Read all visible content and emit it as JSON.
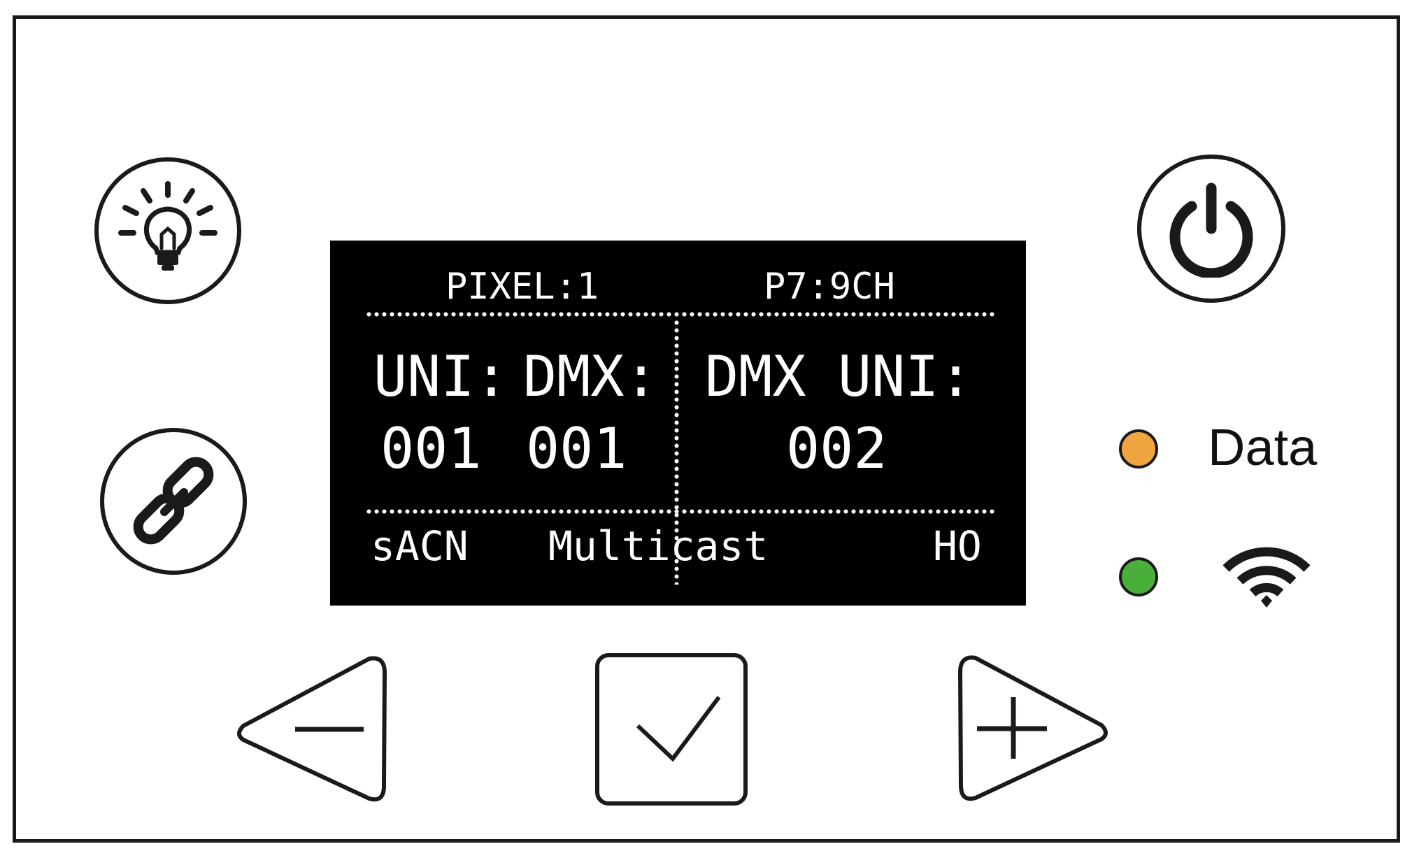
{
  "display": {
    "header_left": "PIXEL:1",
    "header_right": "P7:9CH",
    "uni_label_left": "UNI:",
    "dmx_label_left": "DMX:",
    "dmx_label_right": "DMX",
    "uni_label_right": "UNI:",
    "uni_value_left": "001",
    "dmx_value_left": "001",
    "value_right": "002",
    "footer_protocol": "sACN",
    "footer_mode": "Multicast",
    "footer_right": "HO"
  },
  "indicators": {
    "data_label": "Data",
    "data_led_color": "#f0a640",
    "wifi_led_color": "#4aae3a"
  },
  "buttons": {
    "light_icon": "lightbulb-icon",
    "link_icon": "link-icon",
    "power_icon": "power-icon",
    "minus_icon": "minus-icon",
    "confirm_icon": "checkmark-icon",
    "plus_icon": "plus-icon"
  },
  "colors": {
    "screen_bg": "#000000",
    "screen_text": "#ffffff",
    "outline": "#1a1a1a"
  }
}
